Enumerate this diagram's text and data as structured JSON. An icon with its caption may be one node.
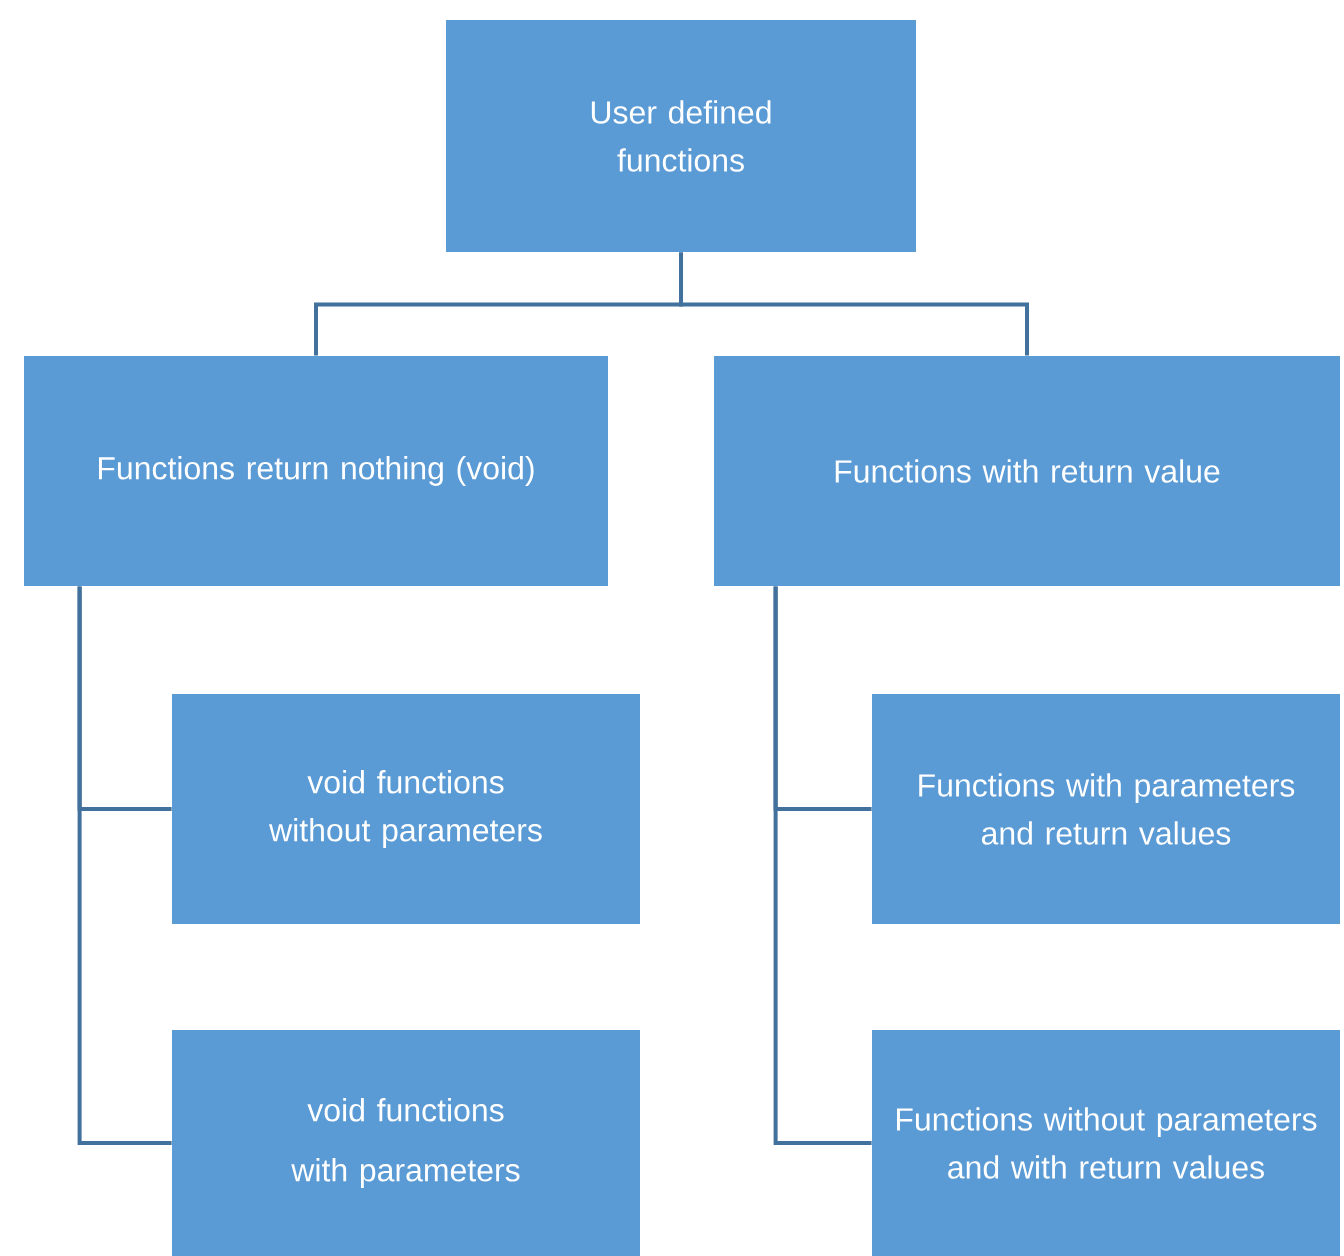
{
  "diagram": {
    "nodes": [
      {
        "text": [
          "User defined functions"
        ]
      },
      {
        "text": [
          "Functions return nothing (void)"
        ]
      },
      {
        "text": [
          "Functions with return value"
        ]
      },
      {
        "text": [
          "void functions without parameters"
        ]
      },
      {
        "text": [
          "void functions with parameters"
        ]
      },
      {
        "text": [
          "Functions with parameters and return values"
        ]
      },
      {
        "text": [
          "Functions without parameters and with return values"
        ]
      }
    ],
    "edges": [
      {
        "from": 0,
        "to": 1,
        "arrow": "none"
      },
      {
        "from": 0,
        "to": 2,
        "arrow": "none"
      },
      {
        "from": 1,
        "to": 3,
        "arrow": "none"
      },
      {
        "from": 1,
        "to": 4,
        "arrow": "none"
      },
      {
        "from": 2,
        "to": 5,
        "arrow": "none"
      },
      {
        "from": 2,
        "to": 6,
        "arrow": "none"
      }
    ]
  }
}
